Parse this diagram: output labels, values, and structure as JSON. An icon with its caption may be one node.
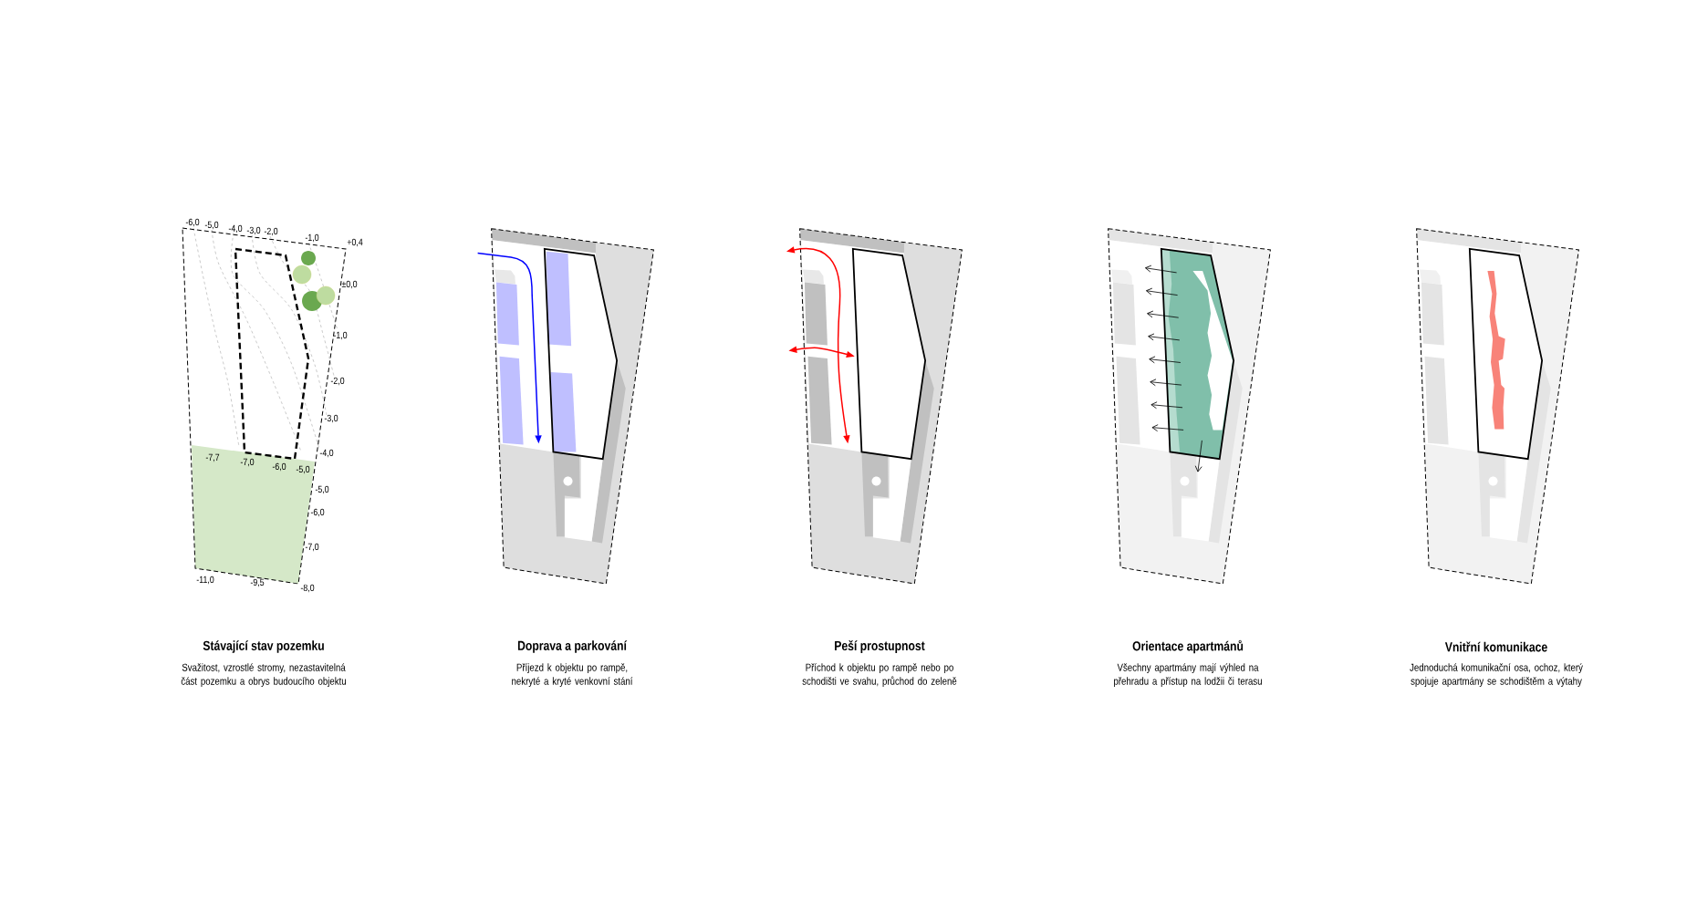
{
  "diagram": {
    "labels": [
      "-6,0",
      "-5,0",
      "-4,0",
      "-3,0",
      "-2,0",
      "-1,0",
      "+0,4",
      "±0,0",
      "-1,0",
      "-2,0",
      "-3,0",
      "-4,0",
      "-7,7",
      "-7,0",
      "-6,0",
      "-5,0",
      "-5,0",
      "-6,0",
      "-7,0",
      "-11,0",
      "-9,5",
      "-8,0",
      "Stávající stav pozemku",
      "Svažitost, vzrostlé stromy, nezastavitelná část pozemku a obrys budoucího objektu",
      "Doprava a parkování",
      "Příjezd k objektu po rampě, nekryté a kryté venkovní stání",
      "Peší prostupnost",
      "Příchod k objektu po rampě nebo po schodišti ve svahu, průchod do zeleně",
      "Orientace apartmánů",
      "Všechny apartmány mají výhled na přehradu a přístup na lodžii či terasu",
      "Vnitřní komunikace",
      "Jednoduchá komunikační osa, ochoz, který spojuje apartmány se schodištěm a výtahy"
    ]
  }
}
